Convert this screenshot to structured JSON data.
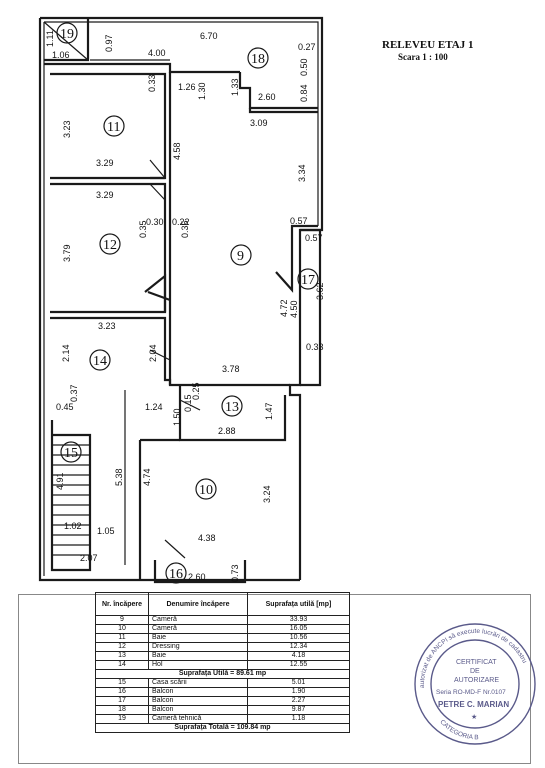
{
  "header": {
    "title": "RELEVEU ETAJ 1",
    "scale": "Scara 1 : 100"
  },
  "rooms": [
    {
      "id": "19",
      "label": "19"
    },
    {
      "id": "18",
      "label": "18"
    },
    {
      "id": "11",
      "label": "11"
    },
    {
      "id": "12",
      "label": "12"
    },
    {
      "id": "9",
      "label": "9"
    },
    {
      "id": "17",
      "label": "17"
    },
    {
      "id": "14",
      "label": "14"
    },
    {
      "id": "13",
      "label": "13"
    },
    {
      "id": "15",
      "label": "15"
    },
    {
      "id": "10",
      "label": "10"
    },
    {
      "id": "16",
      "label": "16"
    }
  ],
  "dimensions": {
    "d1": "1.11",
    "d2": "1.06",
    "d3": "0.97",
    "d4": "6.70",
    "d5": "4.00",
    "d6": "0.27",
    "d7": "0.50",
    "d8": "0.84",
    "d9": "1.26",
    "d10": "1.30",
    "d11": "1.33",
    "d12": "2.60",
    "d13": "0.33",
    "d14": "3.09",
    "d15": "3.23",
    "d16": "3.29",
    "d17": "4.58",
    "d18": "3.34",
    "d19": "3.29",
    "d20": "0.30",
    "d21": "0.22",
    "d22": "0.35",
    "d23": "0.35",
    "d24": "0.57",
    "d25": "0.57",
    "d26": "3.79",
    "d27": "3.62",
    "d28": "4.72",
    "d29": "4.50",
    "d30": "0.33",
    "d31": "3.23",
    "d32": "2.14",
    "d33": "2.04",
    "d34": "3.78",
    "d35": "0.45",
    "d36": "0.37",
    "d37": "1.24",
    "d38": "0.15",
    "d39": "0.25",
    "d40": "1.47",
    "d41": "1.50",
    "d42": "2.88",
    "d43": "4.74",
    "d44": "3.24",
    "d45": "5.38",
    "d46": "4.91",
    "d47": "1.02",
    "d48": "1.05",
    "d49": "4.38",
    "d50": "2.07",
    "d51": "2.60",
    "d52": "0.73"
  },
  "table": {
    "headers": [
      "Nr. încăpere",
      "Denumire încăpere",
      "Suprafața utilă [mp]"
    ],
    "rows": [
      [
        "9",
        "Cameră",
        "33.93"
      ],
      [
        "10",
        "Cameră",
        "16.05"
      ],
      [
        "11",
        "Baie",
        "10.56"
      ],
      [
        "12",
        "Dressing",
        "12.34"
      ],
      [
        "13",
        "Baie",
        "4.18"
      ],
      [
        "14",
        "Hol",
        "12.55"
      ]
    ],
    "util_total": "Suprafața Utilă = 89.61 mp",
    "rows2": [
      [
        "15",
        "Casa scării",
        "5.01"
      ],
      [
        "16",
        "Balcon",
        "1.90"
      ],
      [
        "17",
        "Balcon",
        "2.27"
      ],
      [
        "18",
        "Balcon",
        "9.87"
      ],
      [
        "19",
        "Cameră tehnică",
        "1.18"
      ]
    ],
    "grand_total": "Suprafața Totală = 109.84 mp"
  },
  "stamp": {
    "line1": "CERTIFICAT",
    "line2": "DE",
    "line3": "AUTORIZARE",
    "series": "Seria RO-MD-F Nr.0107",
    "name": "PETRE C. MARIAN",
    "ring_top": "autorizat de ANCPI să execute lucrări de cadastru",
    "ring_bottom": "CATEGORIA B",
    "star": "★",
    "color": "#5a5a8a"
  }
}
